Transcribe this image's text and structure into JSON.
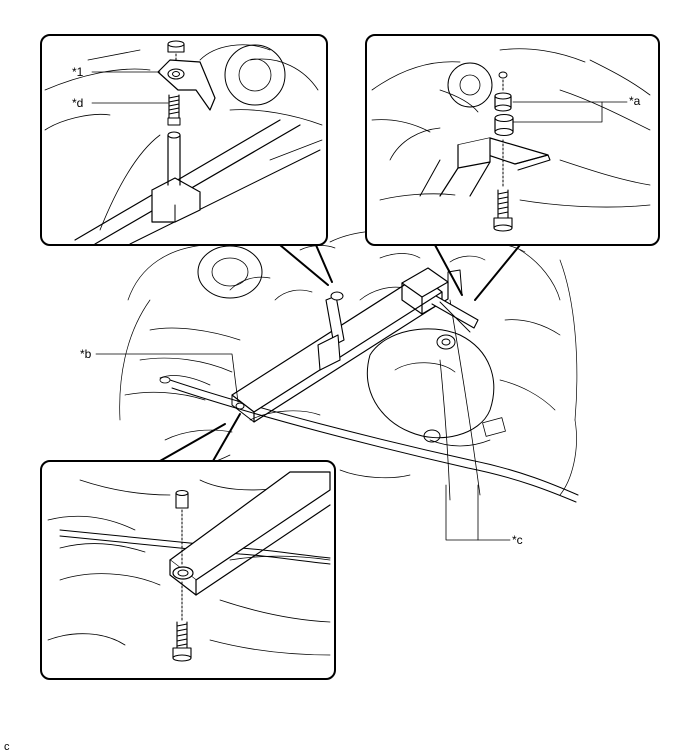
{
  "callouts": {
    "part_1": "*1",
    "d": "*d",
    "a": "*a",
    "b": "*b",
    "c": "*c"
  },
  "figure_code": "c",
  "icons": {
    "top_left_inset": "bracket-bolt-detail",
    "top_right_inset": "bushing-bolt-detail",
    "bottom_left_inset": "lower-bolt-detail",
    "main": "engine-bay-support-bar"
  }
}
